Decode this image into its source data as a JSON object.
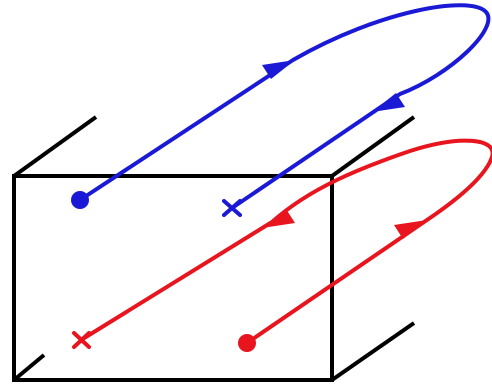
{
  "figure": {
    "box_color": "#000000",
    "paths": [
      {
        "id": "blue-path",
        "color": "#1a1ad6",
        "start_marker": "filled-dot",
        "end_marker": "cross",
        "arrow_directions": [
          "outward",
          "return"
        ]
      },
      {
        "id": "red-path",
        "color": "#e8141e",
        "start_marker": "filled-dot",
        "end_marker": "cross",
        "arrow_directions": [
          "outward",
          "return"
        ]
      }
    ]
  }
}
